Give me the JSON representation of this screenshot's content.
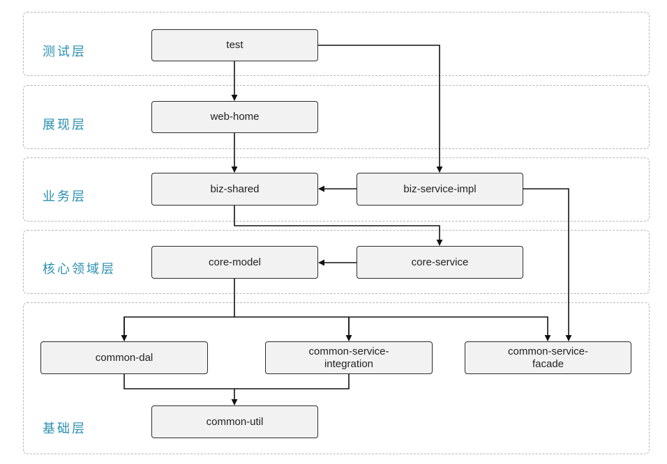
{
  "layers": {
    "test": "测试层",
    "presentation": "展现层",
    "business": "业务层",
    "core_domain": "核心领域层",
    "foundation": "基础层"
  },
  "nodes": {
    "test": "test",
    "web_home": "web-home",
    "biz_shared": "biz-shared",
    "biz_service_impl": "biz-service-impl",
    "core_model": "core-model",
    "core_service": "core-service",
    "common_dal": "common-dal",
    "common_service_integration": "common-service-\nintegration",
    "common_service_facade": "common-service-\nfacade",
    "common_util": "common-util"
  }
}
